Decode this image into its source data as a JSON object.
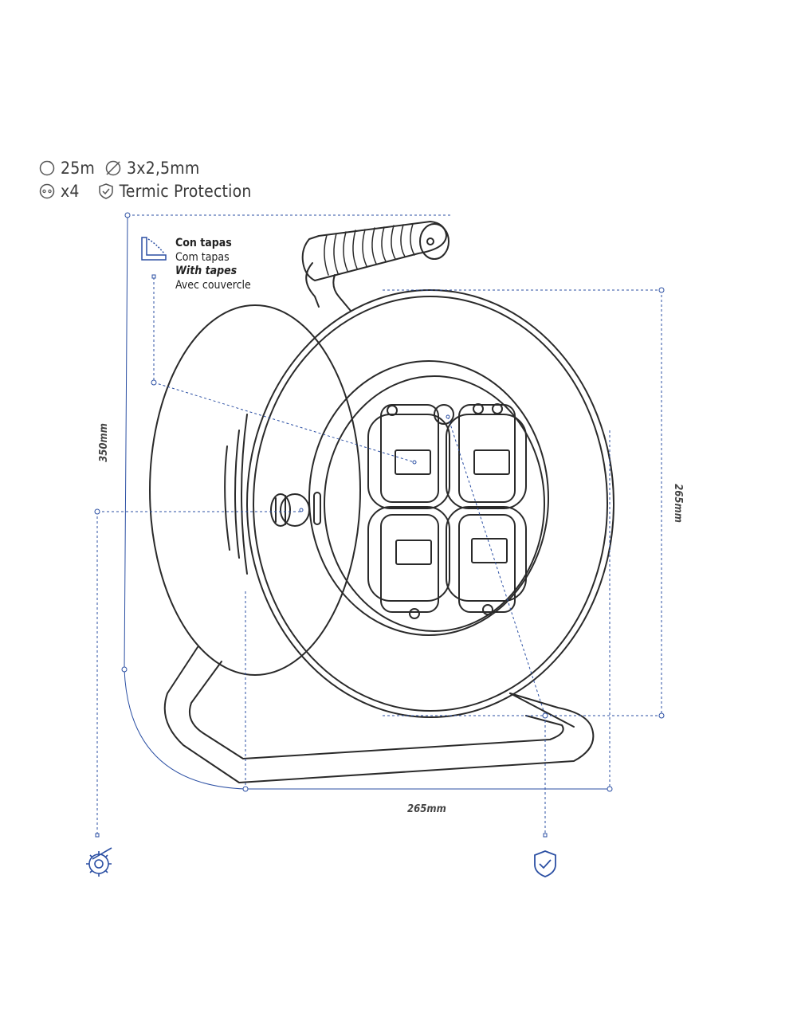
{
  "specs": {
    "length": "25m",
    "section": "3x2,5mm",
    "sockets": "x4",
    "protection": "Termic Protection",
    "icons": [
      "cable-length-icon",
      "diameter-icon",
      "socket-icon",
      "shield-check-icon"
    ]
  },
  "callout": {
    "line1": "Con tapas",
    "line2": "Com tapas",
    "line3": "With tapes",
    "line4": "Avec couvercle"
  },
  "dimensions": {
    "height": "350mm",
    "reel_diameter": "265mm",
    "base_width": "265mm"
  },
  "colors": {
    "line": "#2a2a2a",
    "accent": "#2b4fa3"
  }
}
